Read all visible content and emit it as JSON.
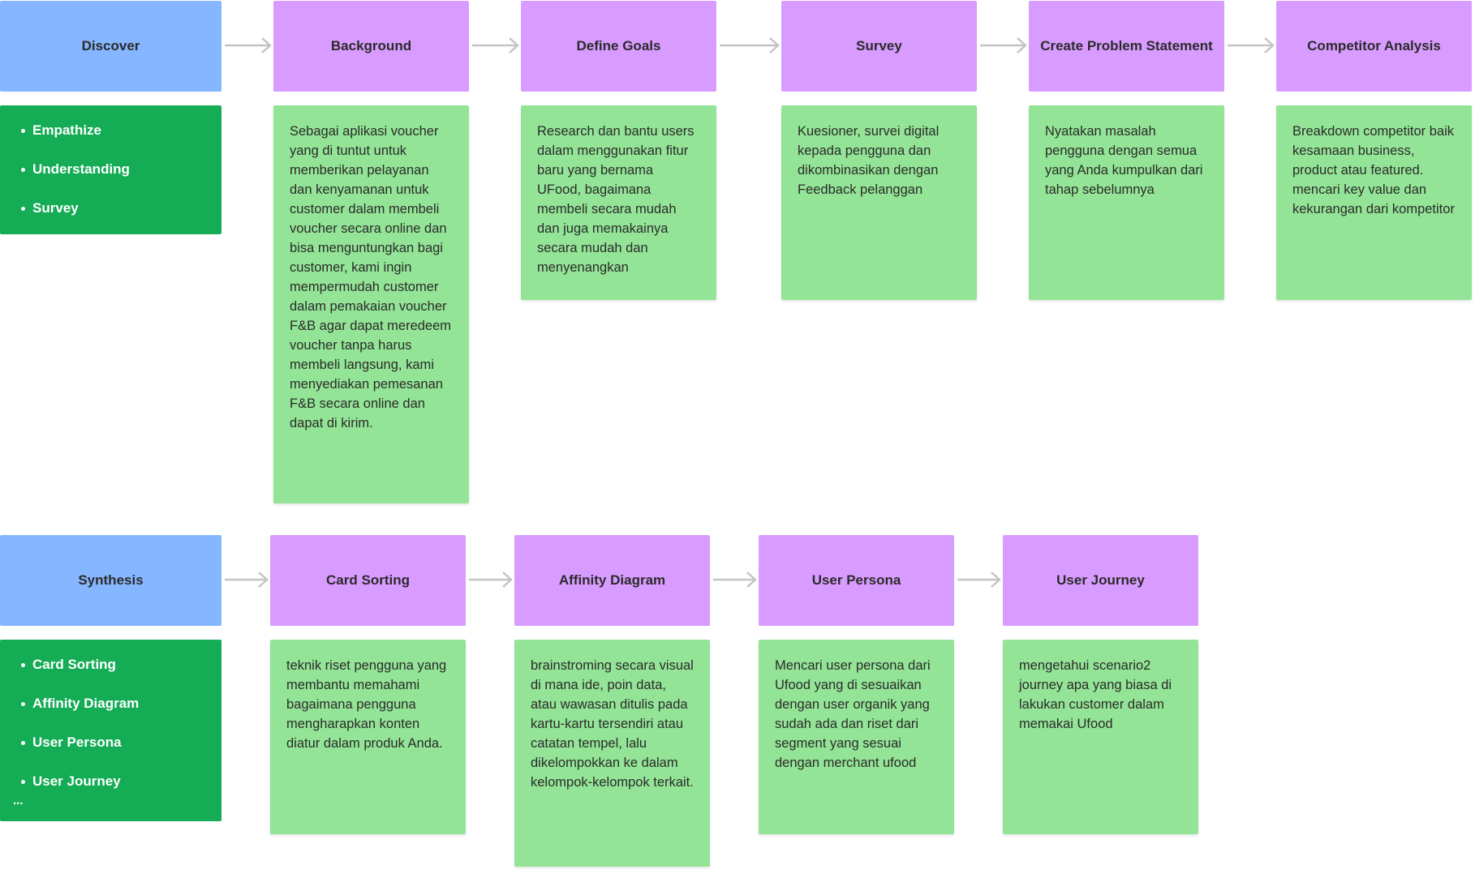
{
  "discover": {
    "phase": "Discover",
    "bullets": [
      "Empathize",
      "Understanding",
      "Survey"
    ],
    "steps": [
      {
        "title": "Background",
        "text": "Sebagai aplikasi voucher yang di tuntut untuk memberikan pelayanan dan kenyamanan untuk customer dalam membeli voucher secara online dan bisa menguntungkan bagi customer, kami ingin mempermudah customer dalam pemakaian voucher F&B agar dapat meredeem voucher tanpa harus membeli langsung, kami menyediakan pemesanan F&B secara online dan dapat di kirim."
      },
      {
        "title": "Define Goals",
        "text": "Research dan bantu users dalam menggunakan fitur baru yang bernama UFood, bagaimana membeli secara mudah dan juga memakainya secara mudah dan menyenangkan"
      },
      {
        "title": "Survey",
        "text": "Kuesioner, survei digital kepada pengguna dan dikombinasikan dengan Feedback pelanggan"
      },
      {
        "title": "Create Problem Statement",
        "text": "Nyatakan masalah pengguna dengan semua yang Anda kumpulkan dari tahap sebelumnya"
      },
      {
        "title": "Competitor Analysis",
        "text": "Breakdown competitor baik kesamaan business, product atau featured. mencari key value dan kekurangan dari kompetitor"
      }
    ]
  },
  "synthesis": {
    "phase": "Synthesis",
    "bullets": [
      "Card Sorting",
      "Affinity Diagram",
      "User Persona",
      "User Journey"
    ],
    "more": "...",
    "steps": [
      {
        "title": "Card Sorting",
        "text": "teknik riset pengguna yang membantu memahami bagaimana pengguna mengharapkan konten diatur dalam produk Anda."
      },
      {
        "title": "Affinity Diagram",
        "text": "brainstroming secara visual di mana ide, poin data, atau wawasan ditulis pada kartu-kartu tersendiri atau catatan tempel, lalu dikelompokkan ke dalam kelompok-kelompok terkait."
      },
      {
        "title": "User Persona",
        "text": "Mencari user persona dari Ufood yang di sesuaikan dengan user organik yang sudah ada dan riset dari segment yang sesuai dengan merchant ufood"
      },
      {
        "title": "User Journey",
        "text": "mengetahui scenario2 journey apa yang biasa di lakukan customer dalam memakai Ufood"
      }
    ]
  },
  "colors": {
    "phase": "#85b6ff",
    "step": "#d89bff",
    "bullets": "#14ac55",
    "note": "#93e496",
    "arrow": "#c4c4c4"
  }
}
